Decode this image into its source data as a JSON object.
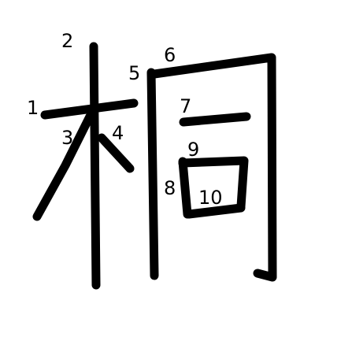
{
  "character": "桐",
  "stroke_color": "#000000",
  "background_color": "#ffffff",
  "stroke_numbers": [
    "1",
    "2",
    "3",
    "4",
    "5",
    "6",
    "7",
    "8",
    "9",
    "10"
  ]
}
